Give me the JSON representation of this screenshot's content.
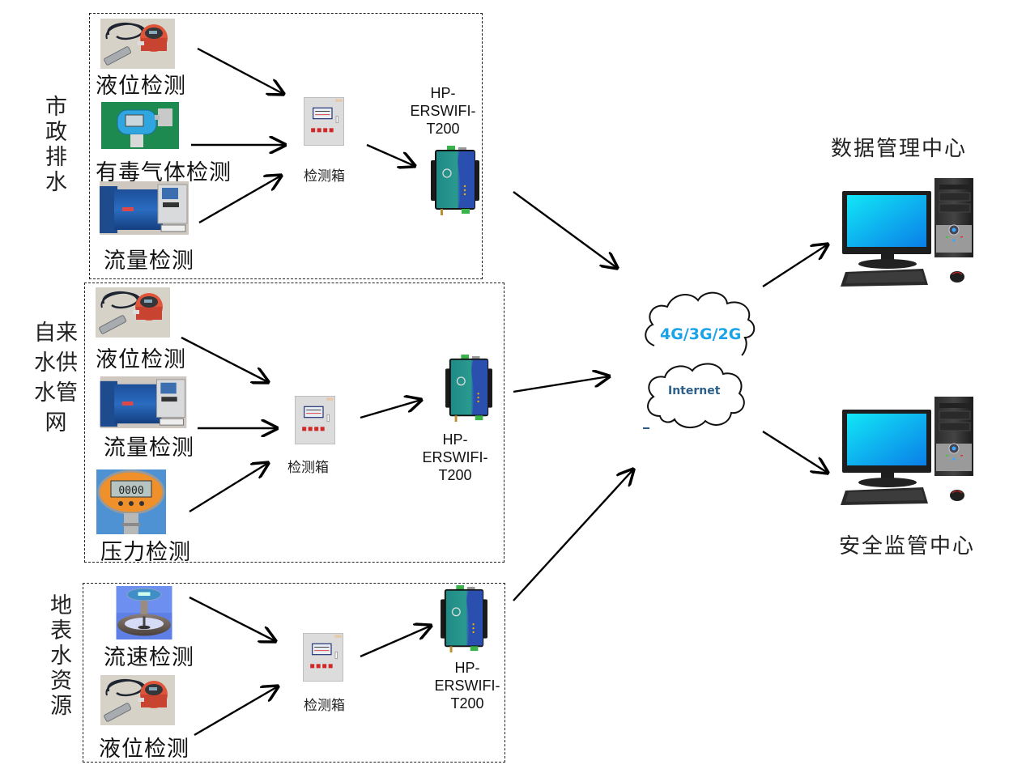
{
  "groups": [
    {
      "title": "市政排水",
      "sensors": [
        {
          "label": "液位检测",
          "icon": "level-sensor"
        },
        {
          "label": "有毒气体检测",
          "icon": "gas-detector"
        },
        {
          "label": "流量检测",
          "icon": "flow-meter"
        }
      ],
      "box_label": "检测箱",
      "dtu_label": "HP-\nERSWIFI-\nT200"
    },
    {
      "title": "自来水供水管网",
      "title_lines": [
        "自来",
        "水供",
        "水管",
        "网"
      ],
      "sensors": [
        {
          "label": "液位检测",
          "icon": "level-sensor"
        },
        {
          "label": "流量检测",
          "icon": "flow-meter"
        },
        {
          "label": "压力检测",
          "icon": "pressure-gauge"
        }
      ],
      "box_label": "检测箱",
      "dtu_label": "HP-\nERSWIFI-\nT200"
    },
    {
      "title": "地表水资源",
      "sensors": [
        {
          "label": "流速检测",
          "icon": "velocity-meter"
        },
        {
          "label": "液位检测",
          "icon": "level-sensor"
        }
      ],
      "box_label": "检测箱",
      "dtu_label": "HP-\nERSWIFI-\nT200"
    }
  ],
  "network": {
    "mobile_label": "4G/3G/2G",
    "internet_label": "Internet",
    "mobile_color": "#1aa3e8",
    "internet_color": "#2b5f8a"
  },
  "centers": [
    {
      "label": "数据管理中心",
      "icon": "desktop-computer"
    },
    {
      "label": "安全监管中心",
      "icon": "desktop-computer"
    }
  ]
}
